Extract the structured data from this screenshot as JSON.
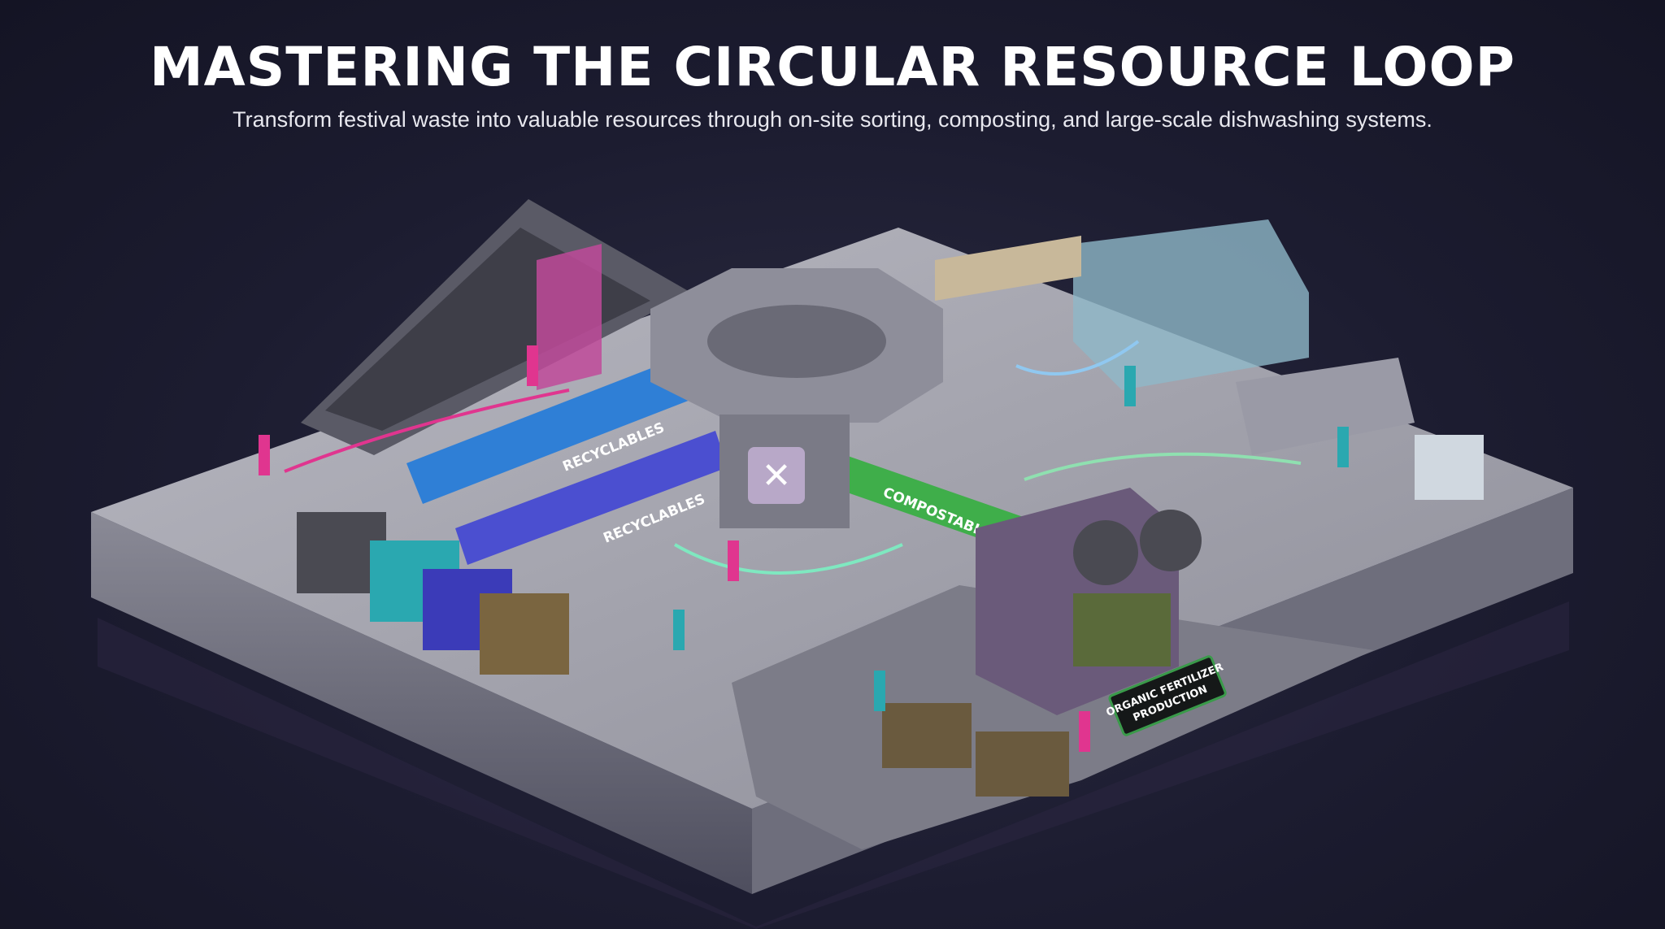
{
  "header": {
    "title": "MASTERING THE CIRCULAR RESOURCE LOOP",
    "subtitle": "Transform festival waste into valuable resources through on-site sorting, composting, and large-scale dishwashing systems."
  },
  "scene": {
    "conveyor_labels": [
      "RECYCLABLES",
      "RECYCLABLES",
      "COMPOSTABLES"
    ],
    "sign": {
      "line1": "ORGANIC FERTILIZER",
      "line2": "PRODUCTION"
    },
    "colors": {
      "accent_pink": "#e0358f",
      "recyclables_blue": "#2f7fd6",
      "recyclables_purple": "#4b4fd0",
      "compostables_green": "#3fae4a",
      "bin_colors": [
        "#4a4a52",
        "#2aa8b0",
        "#3b3bb8",
        "#7a6540"
      ]
    }
  }
}
